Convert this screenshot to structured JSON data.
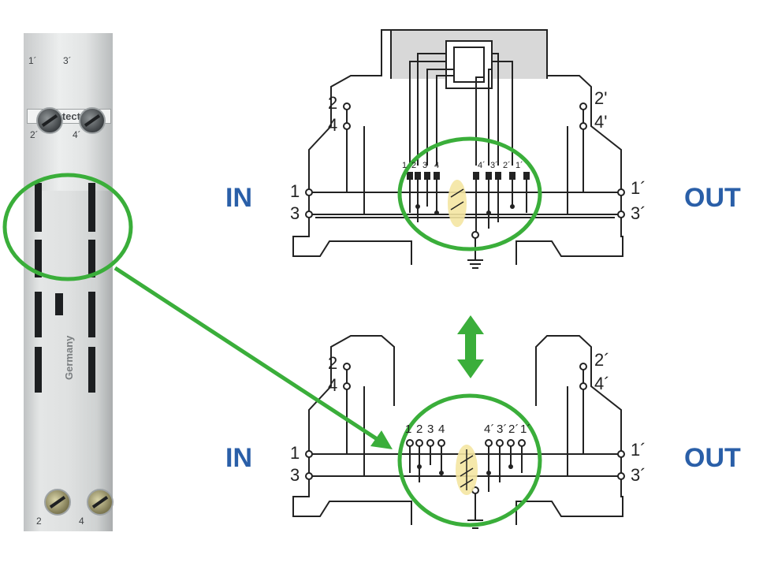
{
  "photo": {
    "top_terminals": [
      "1´",
      "3´"
    ],
    "label": "protected",
    "upper_terminals": [
      "2´",
      "4´"
    ],
    "side_text": "Germany",
    "bottom_terminals": [
      "2",
      "4"
    ]
  },
  "top_diagram": {
    "in_label": "IN",
    "out_label": "OUT",
    "left_terminals": [
      "2",
      "4",
      "1",
      "3"
    ],
    "right_terminals": [
      "2'",
      "4'",
      "1´",
      "3´"
    ],
    "contacts_in": [
      "1",
      "2",
      "3",
      "4"
    ],
    "contacts_out": [
      "4´",
      "3´",
      "2´",
      "1´"
    ]
  },
  "bottom_diagram": {
    "in_label": "IN",
    "out_label": "OUT",
    "left_terminals": [
      "2",
      "4",
      "1",
      "3"
    ],
    "right_terminals": [
      "2´",
      "4´",
      "1´",
      "3´"
    ],
    "contacts_in": [
      "1",
      "2",
      "3",
      "4"
    ],
    "contacts_out": [
      "4´",
      "3´",
      "2´",
      "1´"
    ]
  },
  "colors": {
    "highlight": "#3aae3a",
    "label_blue": "#2a5fa8",
    "arrester_fill": "#f4e6a2"
  }
}
